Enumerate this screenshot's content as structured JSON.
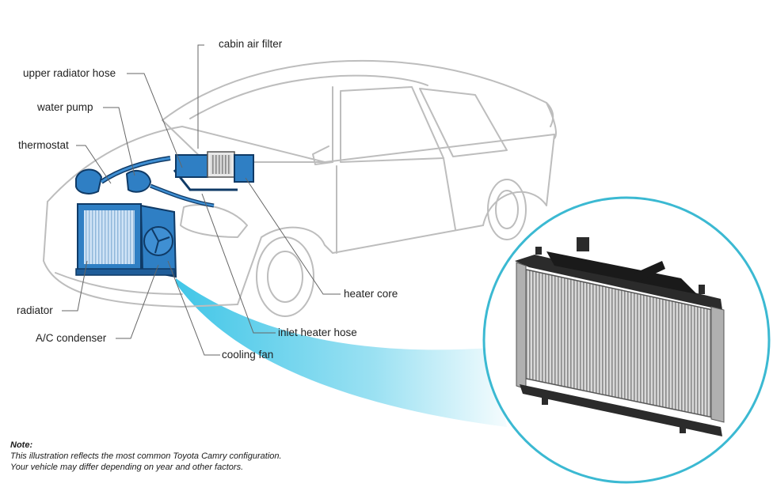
{
  "labels": {
    "cabin_air_filter": "cabin air filter",
    "upper_radiator_hose": "upper radiator hose",
    "water_pump": "water pump",
    "thermostat": "thermostat",
    "radiator": "radiator",
    "ac_condenser": "A/C condenser",
    "heater_core": "heater core",
    "inlet_heater_hose": "inlet heater hose",
    "cooling_fan": "cooling fan"
  },
  "note": {
    "heading": "Note:",
    "line1": "This illustration reflects the most common Toyota Camry configuration.",
    "line2": "Your vehicle may differ depending on year and other factors."
  },
  "colors": {
    "car_outline": "#bdbdbd",
    "part_blue": "#2f7fc4",
    "part_dark": "#0f3a66",
    "callout_ring": "#3bb9d2",
    "beam": "#37c3e6",
    "leader_line": "#666666"
  }
}
